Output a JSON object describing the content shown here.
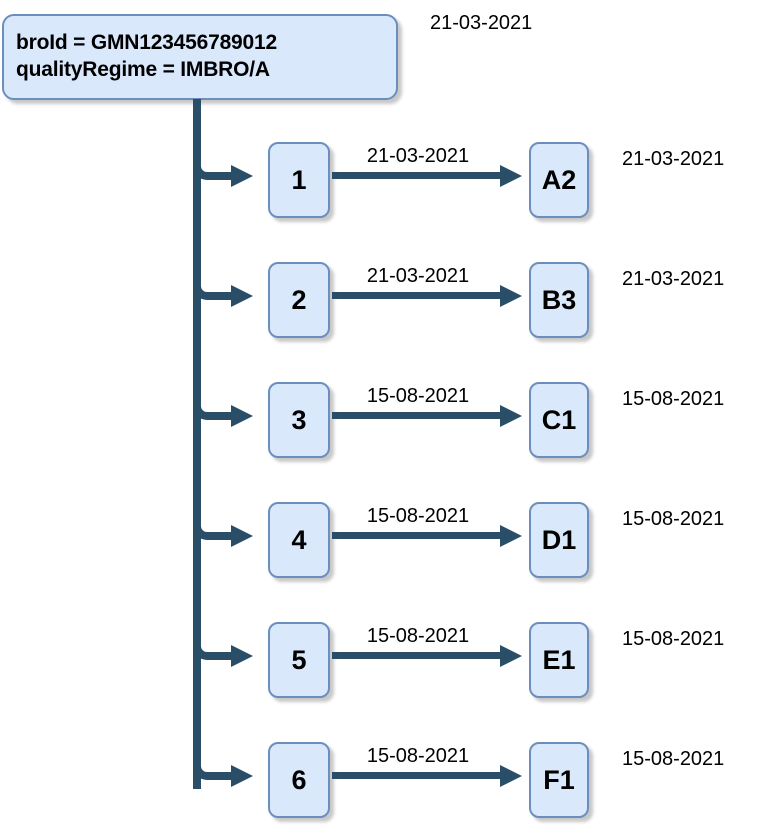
{
  "diagram": {
    "title_box": {
      "line1": "broId = GMN123456789012",
      "line2": "qualityRegime = IMBRO/A"
    },
    "root_date": "21-03-2021",
    "rows": [
      {
        "node": "1",
        "edge_date": "21-03-2021",
        "target": "A2",
        "target_date": "21-03-2021"
      },
      {
        "node": "2",
        "edge_date": "21-03-2021",
        "target": "B3",
        "target_date": "21-03-2021"
      },
      {
        "node": "3",
        "edge_date": "15-08-2021",
        "target": "C1",
        "target_date": "15-08-2021"
      },
      {
        "node": "4",
        "edge_date": "15-08-2021",
        "target": "D1",
        "target_date": "15-08-2021"
      },
      {
        "node": "5",
        "edge_date": "15-08-2021",
        "target": "E1",
        "target_date": "15-08-2021"
      },
      {
        "node": "6",
        "edge_date": "15-08-2021",
        "target": "F1",
        "target_date": "15-08-2021"
      }
    ],
    "colors": {
      "box_fill": "#dae8fc",
      "box_border": "#6c8ebf",
      "connector": "#2a4d68",
      "text": "#000000",
      "background": "#ffffff"
    }
  }
}
